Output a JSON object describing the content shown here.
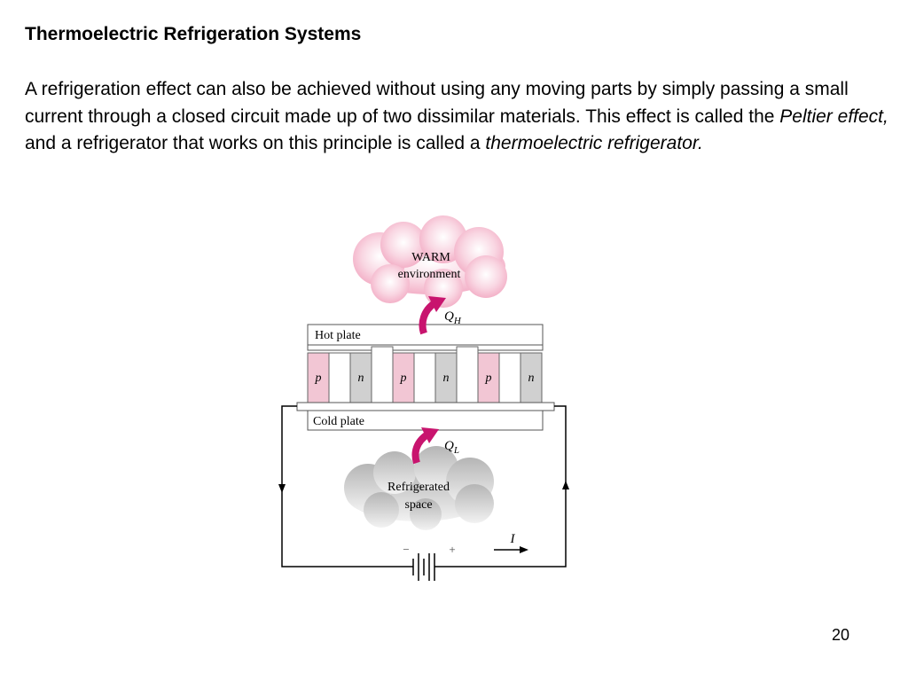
{
  "slide": {
    "title": "Thermoelectric Refrigeration Systems",
    "paragraph": {
      "part1": "A refrigeration effect can also be achieved without using any moving parts by simply passing a small current through a closed circuit made up of two dissimilar materials. This effect is called the ",
      "emph1": "Peltier effect,",
      "part2": " and a refrigerator that works on this principle is called a ",
      "emph2": "thermoelectric refrigerator."
    },
    "page_number": "20"
  },
  "diagram": {
    "warm_cloud": {
      "line1": "WARM",
      "line2": "environment"
    },
    "cold_cloud": {
      "line1": "Refrigerated",
      "line2": "space"
    },
    "heat_out": {
      "symbol": "Q",
      "subscript": "H"
    },
    "heat_in": {
      "symbol": "Q",
      "subscript": "L"
    },
    "hot_plate_label": "Hot plate",
    "cold_plate_label": "Cold plate",
    "legs": [
      "p",
      "n",
      "p",
      "n",
      "p",
      "n"
    ],
    "battery": {
      "minus": "−",
      "plus": "+"
    },
    "current_label": "I",
    "colors": {
      "p_leg": "#f2c6d4",
      "n_leg": "#d0d0d0",
      "arrow": "#c8146e",
      "warm_cloud": "#f4b3c8",
      "cold_cloud": "#c4c4c4"
    }
  }
}
